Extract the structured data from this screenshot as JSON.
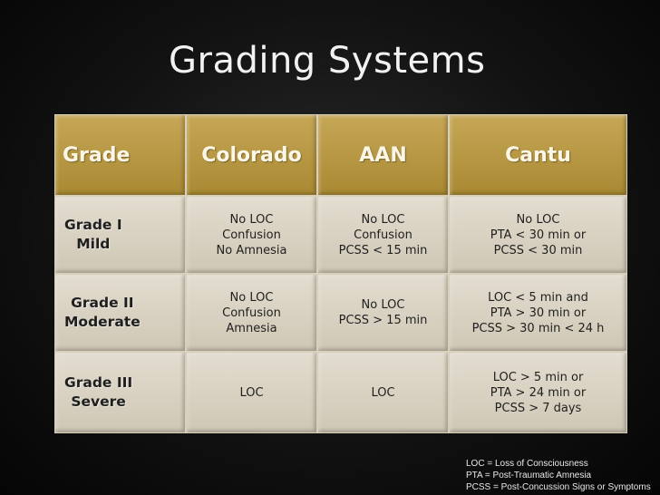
{
  "title": "Grading Systems",
  "headers": [
    "Grade",
    "Colorado",
    "AAN",
    "Cantu"
  ],
  "rows": [
    {
      "grade": [
        "Grade I",
        "Mild"
      ],
      "colorado": [
        "No LOC",
        "Confusion",
        "No Amnesia"
      ],
      "aan": [
        "No LOC",
        "Confusion",
        "PCSS < 15 min"
      ],
      "cantu": [
        "No LOC",
        "PTA < 30 min or",
        "PCSS < 30 min"
      ]
    },
    {
      "grade": [
        "Grade II",
        "Moderate"
      ],
      "colorado": [
        "No LOC",
        "Confusion",
        "Amnesia"
      ],
      "aan": [
        "No LOC",
        "PCSS > 15 min"
      ],
      "cantu": [
        "LOC < 5 min and",
        "PTA > 30 min or",
        "PCSS > 30 min < 24 h"
      ]
    },
    {
      "grade": [
        "Grade III",
        "Severe"
      ],
      "colorado": [
        "LOC"
      ],
      "aan": [
        "LOC"
      ],
      "cantu": [
        "LOC > 5 min or",
        "PTA > 24 min or",
        "PCSS > 7 days"
      ]
    }
  ],
  "legend": [
    "LOC = Loss of Consciousness",
    "PTA = Post-Traumatic Amnesia",
    "PCSS = Post-Concussion Signs or Symptoms"
  ]
}
